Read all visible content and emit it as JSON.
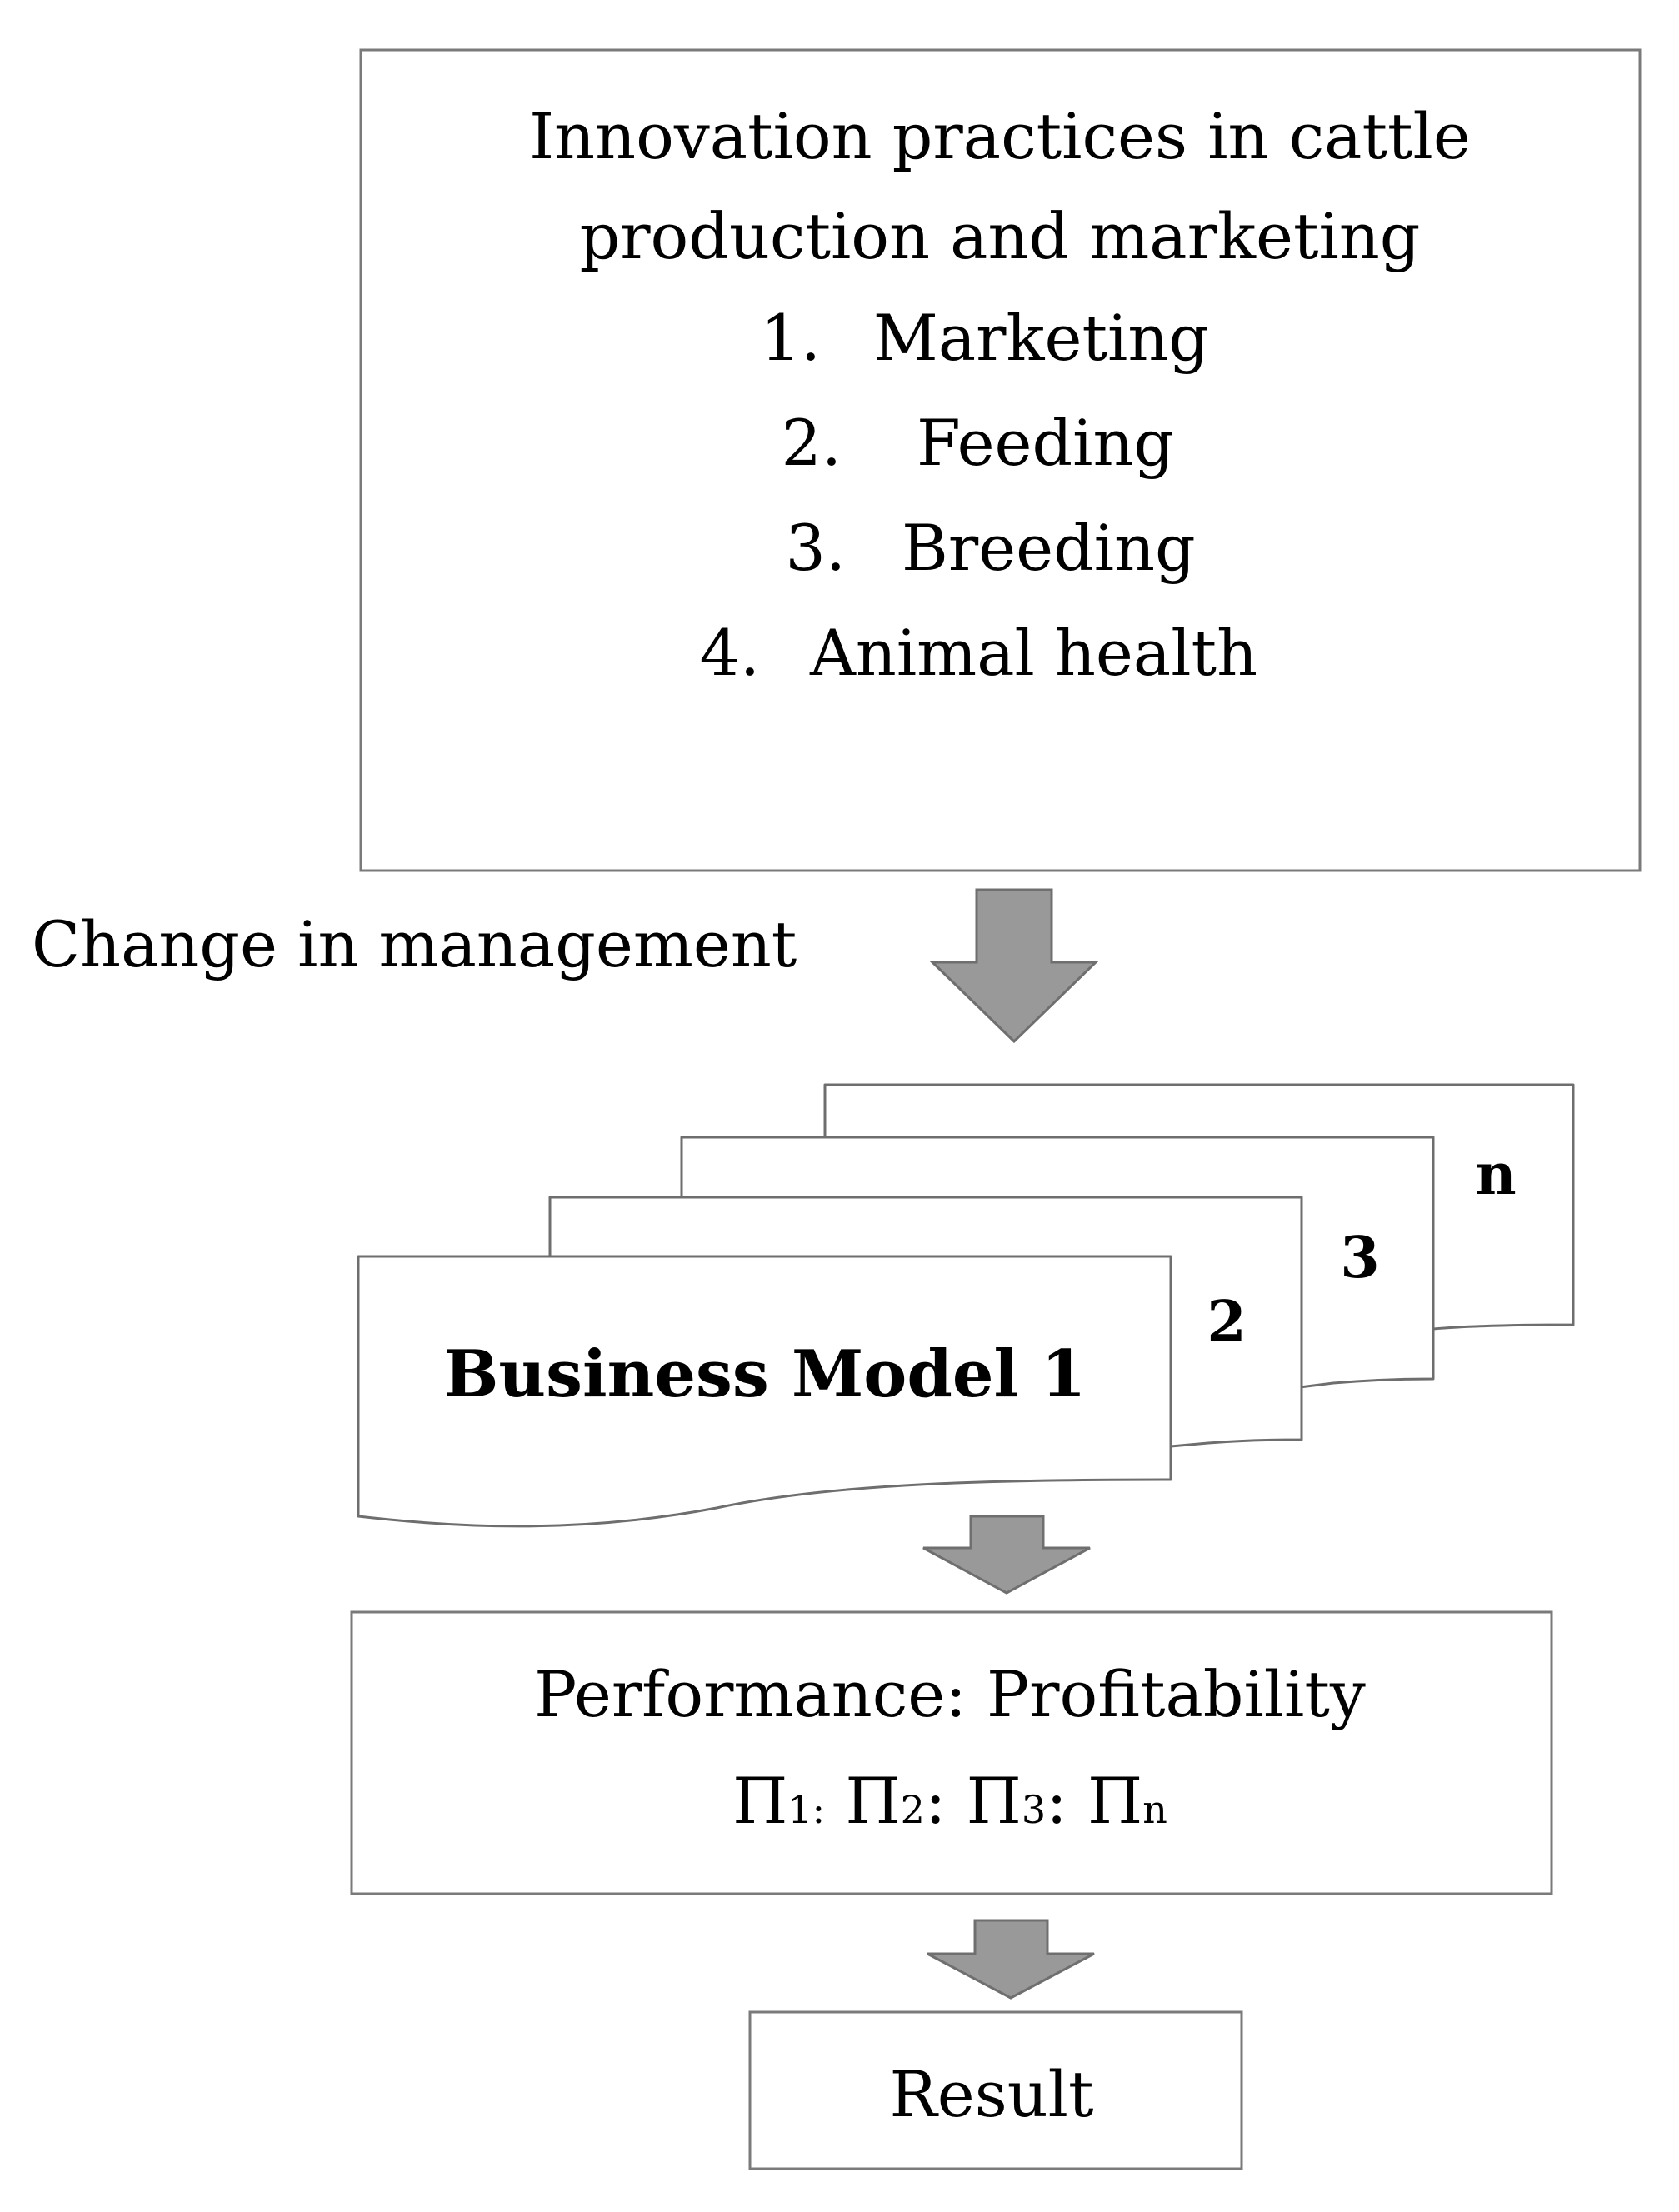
{
  "innovation_box": {
    "title_line1": "Innovation practices in cattle",
    "title_line2": "production and marketing",
    "items": [
      {
        "num": "1.",
        "label": "Marketing"
      },
      {
        "num": "2.",
        "label": "Feeding"
      },
      {
        "num": "3.",
        "label": "Breeding"
      },
      {
        "num": "4.",
        "label": "Animal health"
      }
    ]
  },
  "change_label": "Change in management",
  "business_models": {
    "primary_label": "Business Model 1",
    "stack_labels": [
      "2",
      "3",
      "n"
    ]
  },
  "performance_box": {
    "title": "Performance: Profitability",
    "formula": [
      {
        "symbol": "Π",
        "sub": "1:",
        "sep": " "
      },
      {
        "symbol": "Π",
        "sub": "2",
        "sep": ": "
      },
      {
        "symbol": "Π",
        "sub": "3",
        "sep": ": "
      },
      {
        "symbol": "Π",
        "sub": "n",
        "sep": ""
      }
    ]
  },
  "result_box": {
    "label": "Result"
  },
  "colors": {
    "arrow_fill": "#999999",
    "arrow_stroke": "#6f6f6f",
    "box_stroke": "#7a7a7a"
  }
}
